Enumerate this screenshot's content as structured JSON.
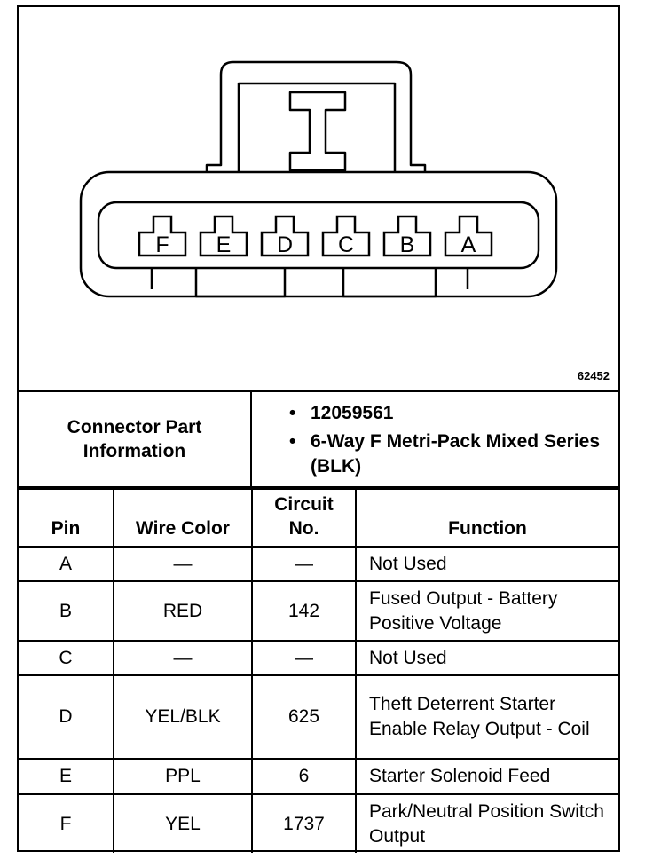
{
  "figure_number": "62452",
  "connector": {
    "pins_order_left_to_right": [
      "F",
      "E",
      "D",
      "C",
      "B",
      "A"
    ]
  },
  "info": {
    "label": "Connector Part Information",
    "items": [
      "12059561",
      "6-Way F Metri-Pack Mixed Series (BLK)"
    ]
  },
  "table": {
    "headers": {
      "pin": "Pin",
      "wire_color": "Wire Color",
      "circuit": "Circuit No.",
      "function": "Function"
    },
    "rows": [
      {
        "pin": "A",
        "wire_color": "—",
        "circuit": "—",
        "function": "Not Used"
      },
      {
        "pin": "B",
        "wire_color": "RED",
        "circuit": "142",
        "function": "Fused Output - Battery Positive Voltage"
      },
      {
        "pin": "C",
        "wire_color": "—",
        "circuit": "—",
        "function": "Not Used"
      },
      {
        "pin": "D",
        "wire_color": "YEL/BLK",
        "circuit": "625",
        "function": "Theft Deterrent Starter Enable Relay Output - Coil"
      },
      {
        "pin": "E",
        "wire_color": "PPL",
        "circuit": "6",
        "function": "Starter Solenoid Feed"
      },
      {
        "pin": "F",
        "wire_color": "YEL",
        "circuit": "1737",
        "function": "Park/Neutral Position Switch Output"
      }
    ]
  }
}
